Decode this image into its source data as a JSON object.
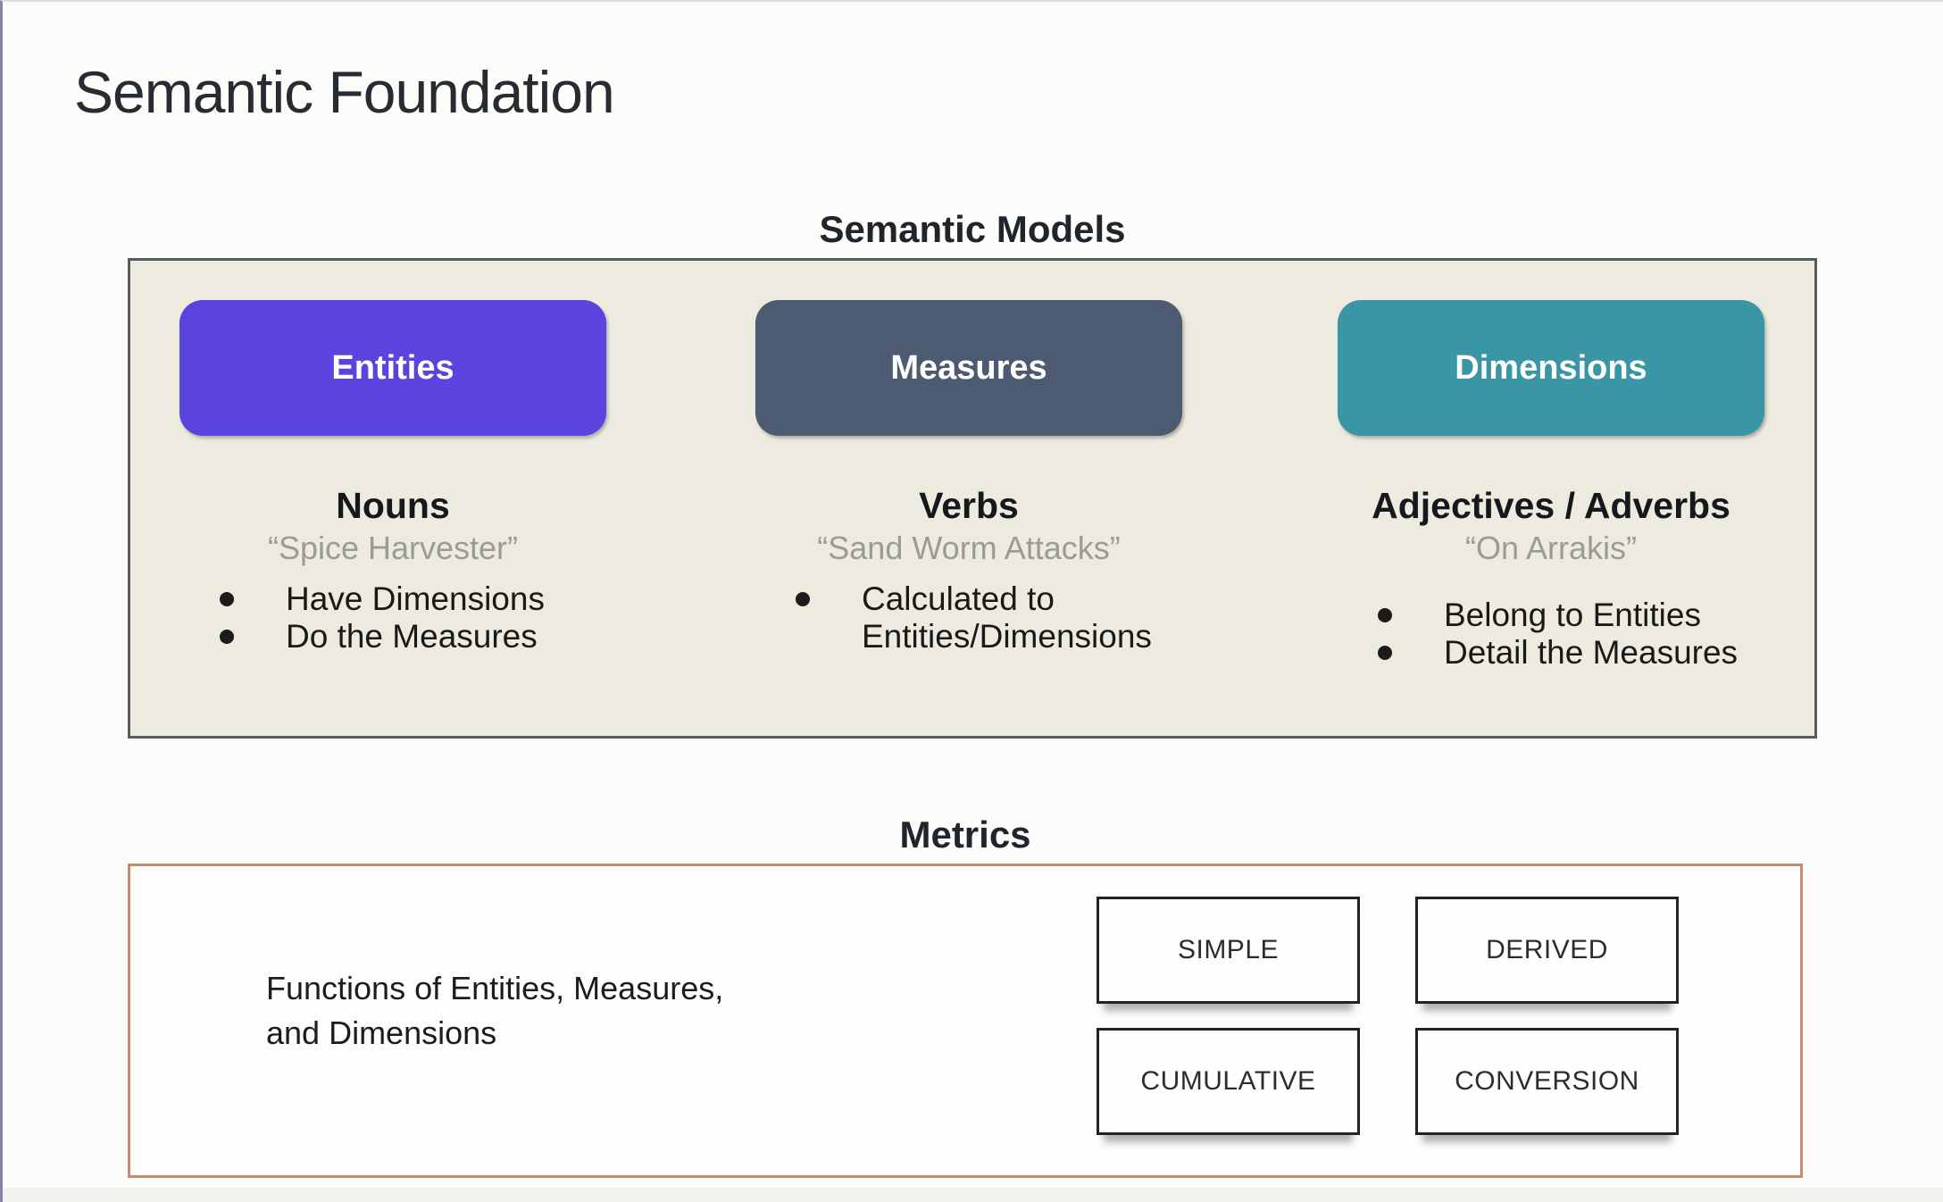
{
  "title": "Semantic Foundation",
  "semantic_models": {
    "heading": "Semantic Models",
    "columns": [
      {
        "pill": "Entities",
        "pill_color": "#5b43de",
        "part_of_speech": "Nouns",
        "example": "“Spice Harvester”",
        "bullets": [
          "Have Dimensions",
          "Do the Measures"
        ]
      },
      {
        "pill": "Measures",
        "pill_color": "#4c5b72",
        "part_of_speech": "Verbs",
        "example": "“Sand Worm Attacks”",
        "bullets": [
          "Calculated to Entities/Dimensions"
        ]
      },
      {
        "pill": "Dimensions",
        "pill_color": "#3a96a4",
        "part_of_speech": "Adjectives / Adverbs",
        "example": "“On Arrakis”",
        "bullets": [
          "Belong to Entities",
          "Detail the Measures"
        ]
      }
    ]
  },
  "metrics": {
    "heading": "Metrics",
    "description": "Functions of Entities, Measures,\nand Dimensions",
    "types": [
      "SIMPLE",
      "DERIVED",
      "CUMULATIVE",
      "CONVERSION"
    ]
  },
  "colors": {
    "entities_pill": "#5b43de",
    "measures_pill": "#4c5b72",
    "dimensions_pill": "#3a96a4",
    "models_box_bg": "#edebdf",
    "models_box_border": "#565b60",
    "metrics_box_border": "#cb8a6f",
    "example_text": "#9b9b96"
  }
}
